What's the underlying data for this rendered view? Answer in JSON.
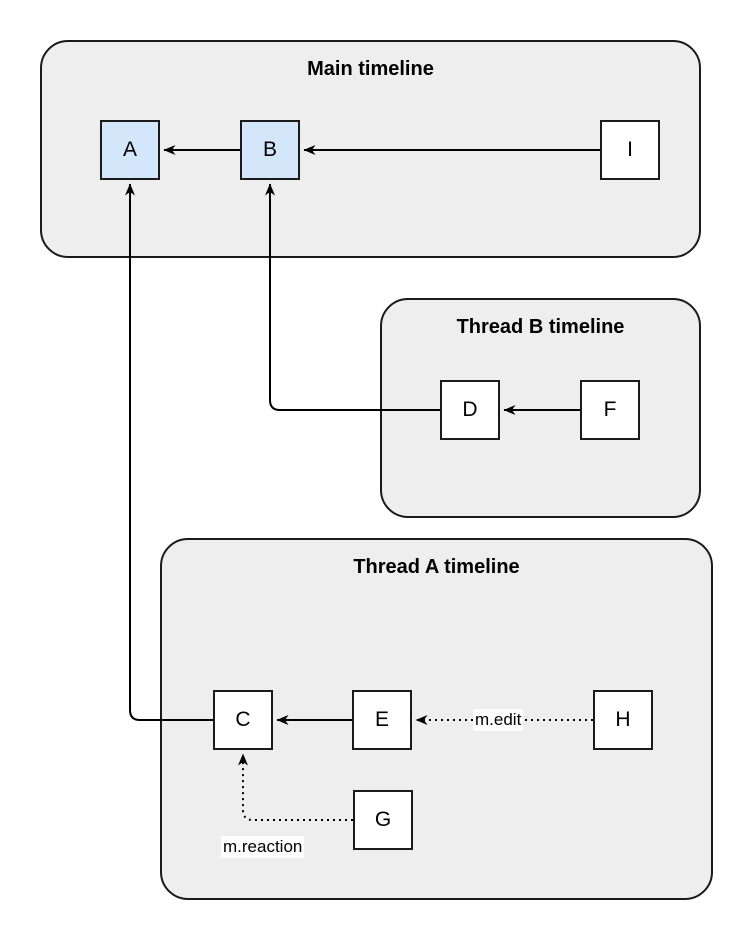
{
  "diagram": {
    "containers": [
      {
        "id": "main",
        "title": "Main timeline"
      },
      {
        "id": "thread-b",
        "title": "Thread B timeline"
      },
      {
        "id": "thread-a",
        "title": "Thread A timeline"
      }
    ],
    "nodes": [
      {
        "id": "A",
        "label": "A",
        "highlighted": true,
        "container": "main"
      },
      {
        "id": "B",
        "label": "B",
        "highlighted": true,
        "container": "main"
      },
      {
        "id": "I",
        "label": "I",
        "highlighted": false,
        "container": "main"
      },
      {
        "id": "D",
        "label": "D",
        "highlighted": false,
        "container": "thread-b"
      },
      {
        "id": "F",
        "label": "F",
        "highlighted": false,
        "container": "thread-b"
      },
      {
        "id": "C",
        "label": "C",
        "highlighted": false,
        "container": "thread-a"
      },
      {
        "id": "E",
        "label": "E",
        "highlighted": false,
        "container": "thread-a"
      },
      {
        "id": "H",
        "label": "H",
        "highlighted": false,
        "container": "thread-a"
      },
      {
        "id": "G",
        "label": "G",
        "highlighted": false,
        "container": "thread-a"
      }
    ],
    "edges": [
      {
        "from": "B",
        "to": "A",
        "style": "solid",
        "label": ""
      },
      {
        "from": "I",
        "to": "B",
        "style": "solid",
        "label": ""
      },
      {
        "from": "D",
        "to": "B",
        "style": "solid",
        "label": ""
      },
      {
        "from": "F",
        "to": "D",
        "style": "solid",
        "label": ""
      },
      {
        "from": "C",
        "to": "A",
        "style": "solid",
        "label": ""
      },
      {
        "from": "E",
        "to": "C",
        "style": "solid",
        "label": ""
      },
      {
        "from": "H",
        "to": "E",
        "style": "dotted",
        "label": "m.edit"
      },
      {
        "from": "G",
        "to": "C",
        "style": "dotted",
        "label": "m.reaction"
      }
    ],
    "colors": {
      "background": "#ffffff",
      "container_fill": "#eeeeee",
      "container_stroke": "#1a1a1a",
      "node_fill": "#ffffff",
      "node_highlight_fill": "#d4e6f9",
      "node_stroke": "#1a1a1a",
      "edge_stroke": "#000000",
      "title_color": "#000000"
    }
  }
}
